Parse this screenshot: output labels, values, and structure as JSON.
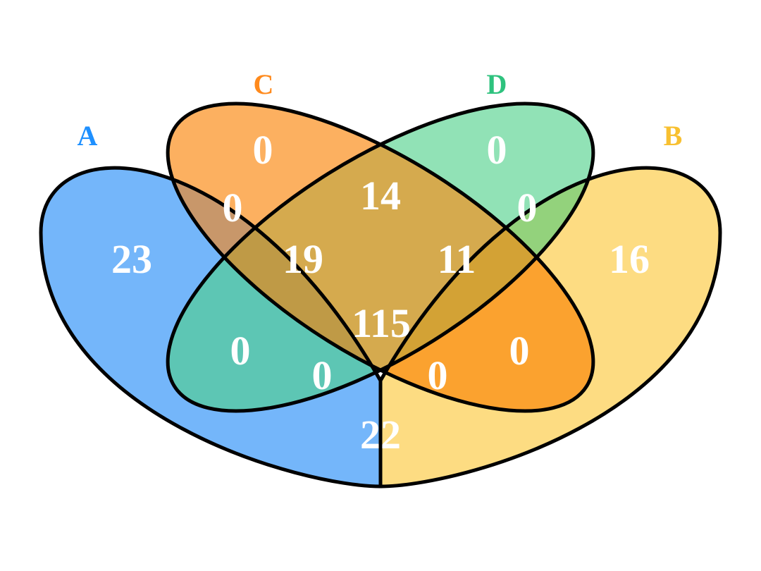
{
  "sets": [
    {
      "key": "A",
      "label": "A",
      "color": "#1e90ff",
      "fill": "#74b6fa"
    },
    {
      "key": "B",
      "label": "B",
      "color": "#f8c030",
      "fill": "#fddc82"
    },
    {
      "key": "C",
      "label": "C",
      "color": "#ff8a1c",
      "fill": "#fcb060"
    },
    {
      "key": "D",
      "label": "D",
      "color": "#2ec27e",
      "fill": "#91e2b6"
    }
  ],
  "regions": [
    {
      "key": "A",
      "count": "23"
    },
    {
      "key": "B",
      "count": "16"
    },
    {
      "key": "C",
      "count": "0"
    },
    {
      "key": "D",
      "count": "0"
    },
    {
      "key": "AC",
      "count": "0"
    },
    {
      "key": "CD",
      "count": "14"
    },
    {
      "key": "BD",
      "count": "0"
    },
    {
      "key": "ACD",
      "count": "19"
    },
    {
      "key": "BCD",
      "count": "11"
    },
    {
      "key": "AD",
      "count": "0"
    },
    {
      "key": "ABCD",
      "count": "115"
    },
    {
      "key": "BC",
      "count": "0"
    },
    {
      "key": "ABD",
      "count": "0"
    },
    {
      "key": "ABC",
      "count": "0"
    },
    {
      "key": "AB",
      "count": "22"
    }
  ]
}
